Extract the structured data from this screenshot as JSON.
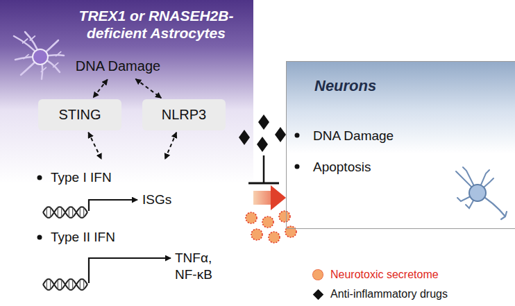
{
  "diagram": {
    "nodes": [
      {
        "text": [
          "TREX1 or RNASEH2B-deficient Astrocytes"
        ]
      },
      {
        "text": [
          "DNA Damage"
        ],
        "in": 0
      },
      {
        "text": [
          "STING"
        ],
        "in": 0
      },
      {
        "text": [
          "NLRP3"
        ],
        "in": 0
      },
      {
        "text": [
          "Type I IFN",
          "ISGs",
          "Type II IFN",
          "TNFα, NF-κB"
        ],
        "in": 0
      },
      {
        "text": [
          "Neurons",
          "DNA Damage",
          "Apoptosis"
        ]
      }
    ],
    "edges": [
      {
        "from": 1,
        "to": 2,
        "arrow": "both"
      },
      {
        "from": 1,
        "to": 3,
        "arrow": "both"
      },
      {
        "from": 2,
        "to": 4,
        "arrow": "both"
      },
      {
        "from": 3,
        "to": 4,
        "arrow": "both"
      },
      {
        "from": 0,
        "to": 5,
        "arrow": "to"
      }
    ],
    "legend": [
      {
        "text": "Neurotoxic secretome",
        "color": "#f5a66a"
      },
      {
        "text": "Anti-inflammatory drugs"
      }
    ]
  }
}
